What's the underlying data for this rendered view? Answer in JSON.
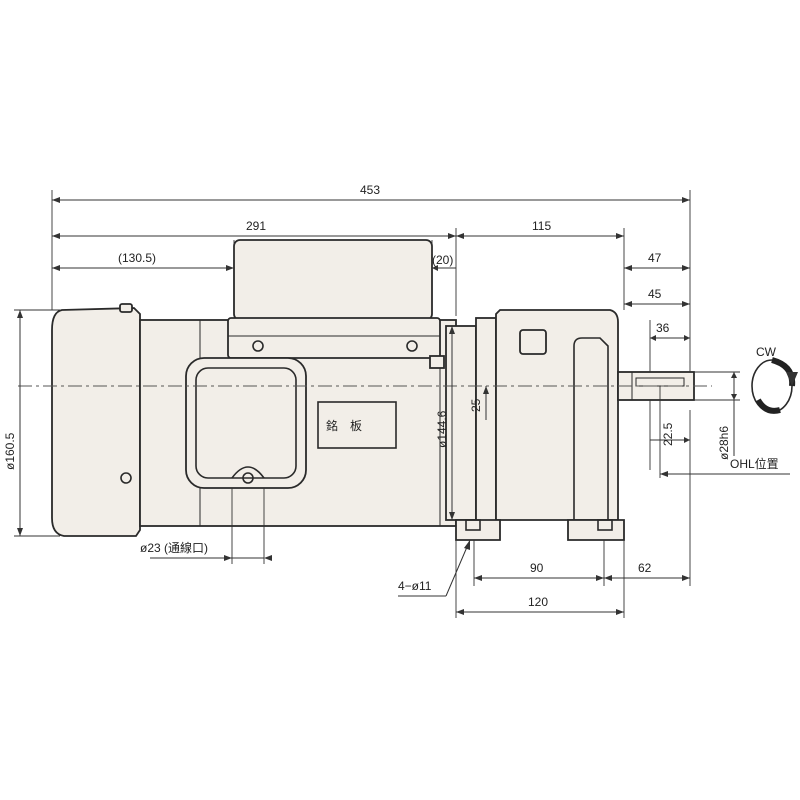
{
  "dimensions": {
    "overall_length": "453",
    "motor_length": "291",
    "terminal_box_offset": "(130.5)",
    "terminal_box_gap": "(20)",
    "gear_length": "115",
    "shaft_47": "47",
    "shaft_45": "45",
    "shaft_36": "36",
    "foot_90": "90",
    "foot_62": "62",
    "foot_120": "120",
    "motor_diameter": "ø160.5",
    "flange_diameter": "ø144.6",
    "flange_25": "25",
    "shaft_22_5": "22.5",
    "shaft_diameter": "ø28h6",
    "ohl_position": "OHL位置",
    "conduit": "ø23 (通線口)",
    "mount_holes": "4−ø11",
    "rotation": "CW",
    "nameplate": "銘　板"
  }
}
